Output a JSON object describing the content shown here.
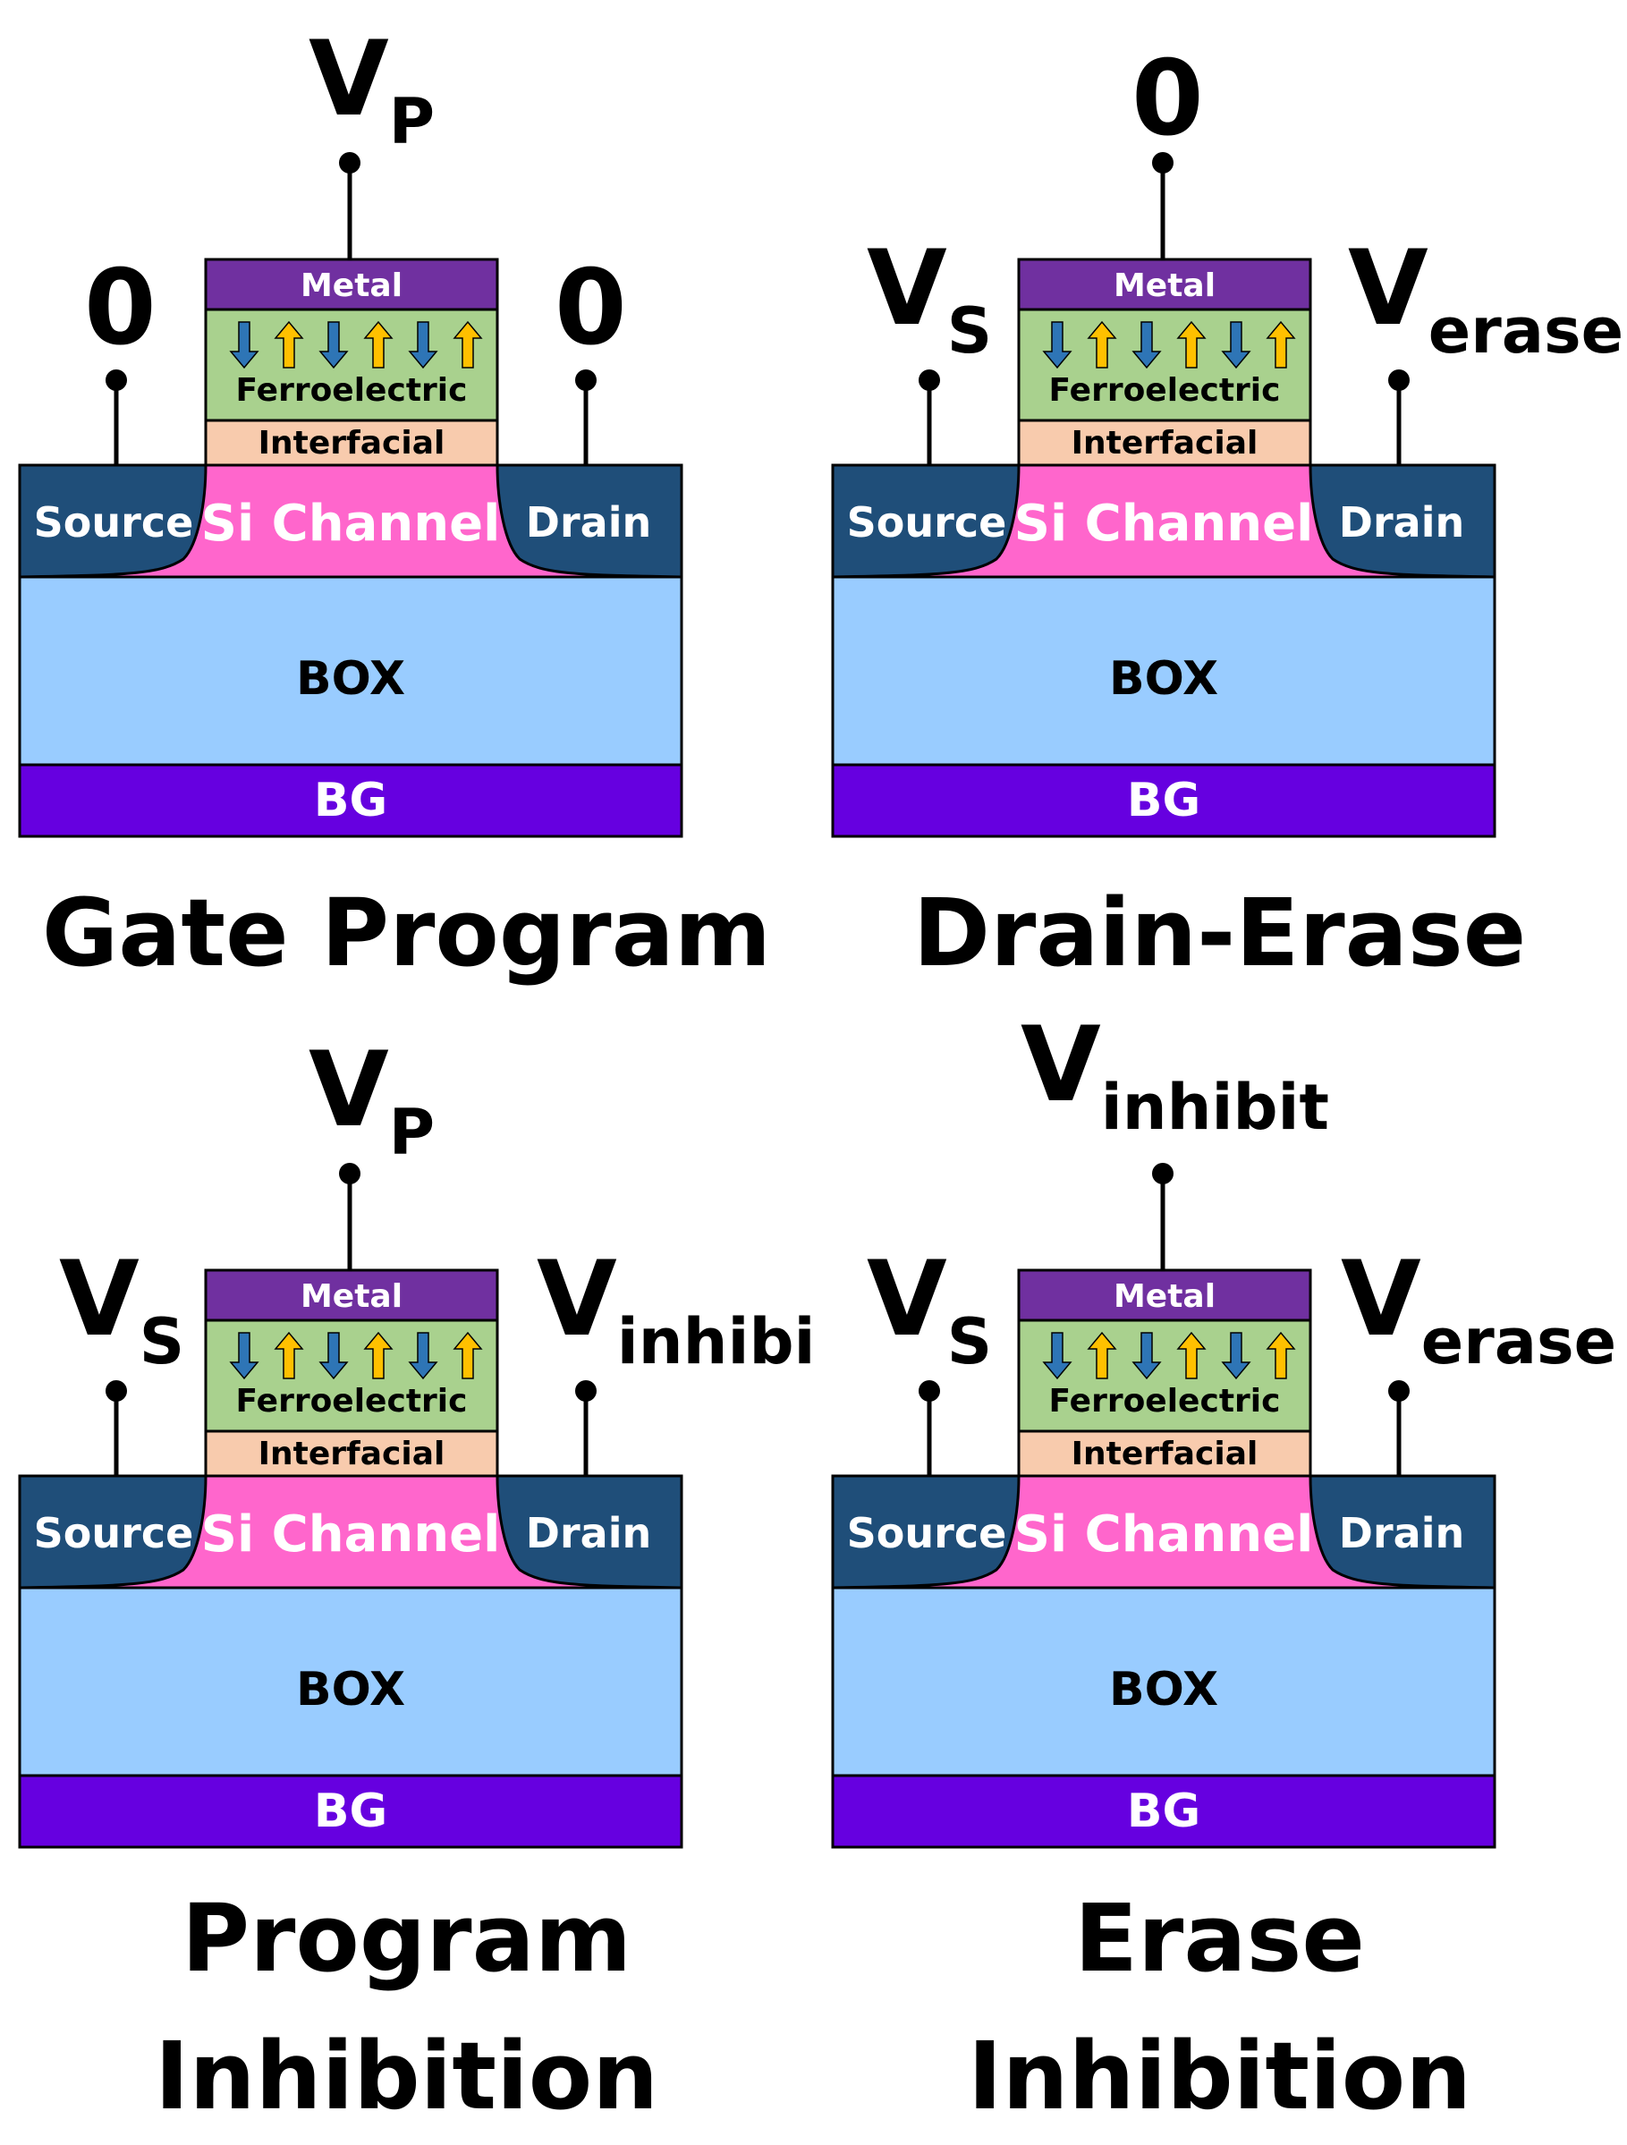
{
  "panels": [
    {
      "gate": {
        "main": "V",
        "sub": "P"
      },
      "source": {
        "main": "0",
        "sub": ""
      },
      "drain": {
        "main": "0",
        "sub": ""
      },
      "caption": [
        "Gate Program"
      ]
    },
    {
      "gate": {
        "main": "0",
        "sub": ""
      },
      "source": {
        "main": "V",
        "sub": "S"
      },
      "drain": {
        "main": "V",
        "sub": "erase"
      },
      "caption": [
        "Drain-Erase"
      ]
    },
    {
      "gate": {
        "main": "V",
        "sub": "P"
      },
      "source": {
        "main": "V",
        "sub": "S"
      },
      "drain": {
        "main": "V",
        "sub": "inhibit"
      },
      "caption": [
        "Program",
        "Inhibition"
      ]
    },
    {
      "gate": {
        "main": "V",
        "sub": "inhibit"
      },
      "source": {
        "main": "V",
        "sub": "S"
      },
      "drain": {
        "main": "V",
        "sub": "erase"
      },
      "caption": [
        "Erase",
        "Inhibition"
      ]
    }
  ],
  "layers": {
    "metal": "Metal",
    "ferroelectric": "Ferroelectric",
    "interfacial": "Interfacial",
    "source": "Source",
    "channel": "Si Channel",
    "drain": "Drain",
    "box": "BOX",
    "bg": "BG"
  },
  "polarization_arrows": [
    "down",
    "up",
    "down",
    "up",
    "down",
    "up"
  ],
  "colors": {
    "metal": "#7030A0",
    "ferroelectric": "#A9D18E",
    "interfacial": "#F8CBAD",
    "source_drain": "#1F4E79",
    "channel": "#FF66CC",
    "box": "#99CCFF",
    "bg": "#6600E0",
    "arrow_down": "#2E75B6",
    "arrow_up": "#FFC000"
  }
}
